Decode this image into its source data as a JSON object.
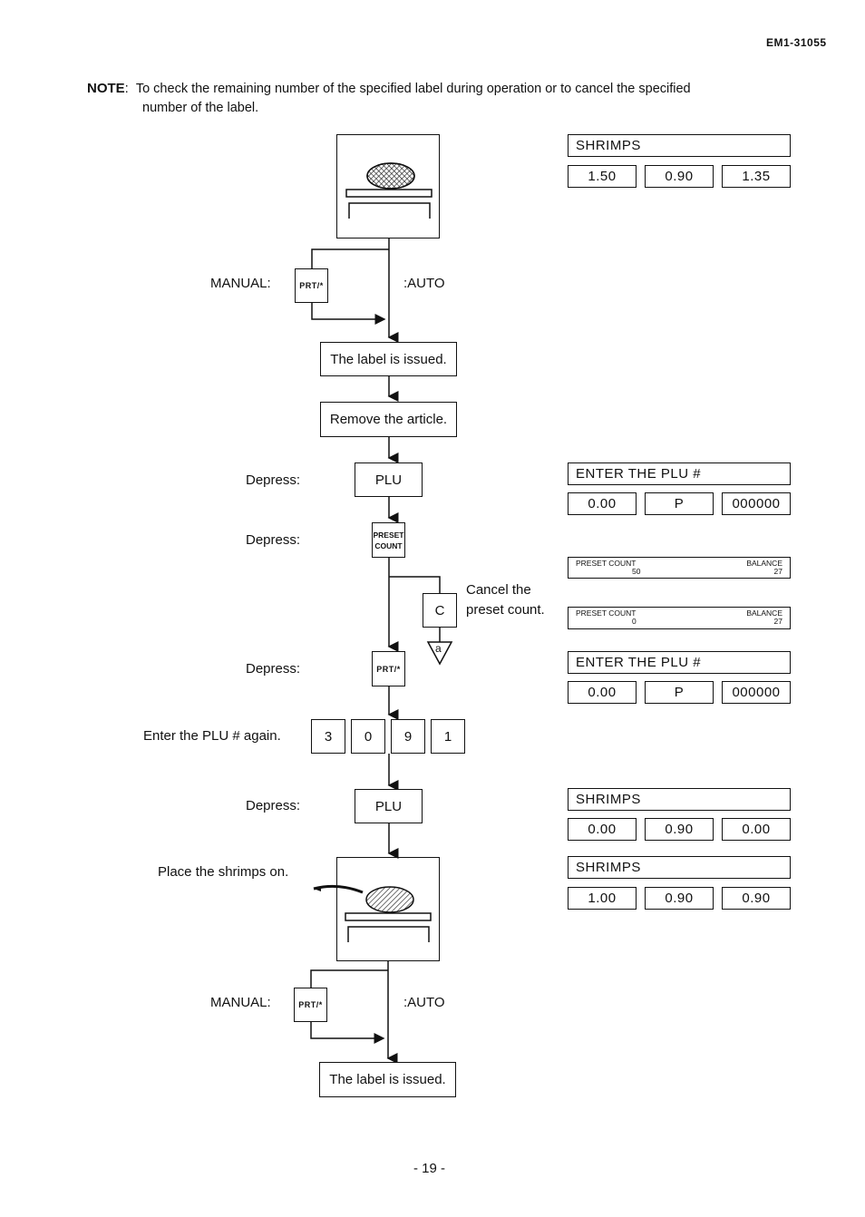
{
  "header": {
    "doc_code": "EM1-31055"
  },
  "note": {
    "label": "NOTE",
    "colon": ":",
    "line1": "To check the remaining number of the specified label during operation or to cancel the specified",
    "line2": "number of the label."
  },
  "flow": {
    "manual_label_1": "MANUAL:",
    "auto_label_1": ":AUTO",
    "key_prt_1": "PRT/*",
    "step_label_issued_1": "The label is issued.",
    "step_remove_article": "Remove the article.",
    "depress_1": "Depress:",
    "key_plu_1": "PLU",
    "depress_2": "Depress:",
    "key_preset_line1": "PRESET",
    "key_preset_line2": "COUNT",
    "key_c": "C",
    "cancel_line1": "Cancel the",
    "cancel_line2": "preset count.",
    "triangle_letter": "a",
    "depress_3": "Depress:",
    "key_prt_2": "PRT/*",
    "enter_plu_again": "Enter the PLU # again.",
    "digits": [
      "3",
      "0",
      "9",
      "1"
    ],
    "depress_4": "Depress:",
    "key_plu_2": "PLU",
    "place_shrimps": "Place the shrimps on.",
    "manual_label_2": "MANUAL:",
    "auto_label_2": ":AUTO",
    "key_prt_3": "PRT/*",
    "step_label_issued_2": "The label is issued."
  },
  "displays": {
    "d1": {
      "title": "SHRIMPS",
      "values": [
        "1.50",
        "0.90",
        "1.35"
      ]
    },
    "d2": {
      "title": "ENTER THE PLU #",
      "values": [
        "0.00",
        "P",
        "000000"
      ]
    },
    "d3": {
      "left_label": "PRESET COUNT",
      "right_label": "BALANCE",
      "left_value": "50",
      "right_value": "27"
    },
    "d4": {
      "left_label": "PRESET COUNT",
      "right_label": "BALANCE",
      "left_value": "0",
      "right_value": "27"
    },
    "d5": {
      "title": "ENTER THE PLU #",
      "values": [
        "0.00",
        "P",
        "000000"
      ]
    },
    "d6": {
      "title": "SHRIMPS",
      "values": [
        "0.00",
        "0.90",
        "0.00"
      ]
    },
    "d7": {
      "title": "SHRIMPS",
      "values": [
        "1.00",
        "0.90",
        "0.90"
      ]
    }
  },
  "footer": {
    "page_number": "- 19 -"
  }
}
